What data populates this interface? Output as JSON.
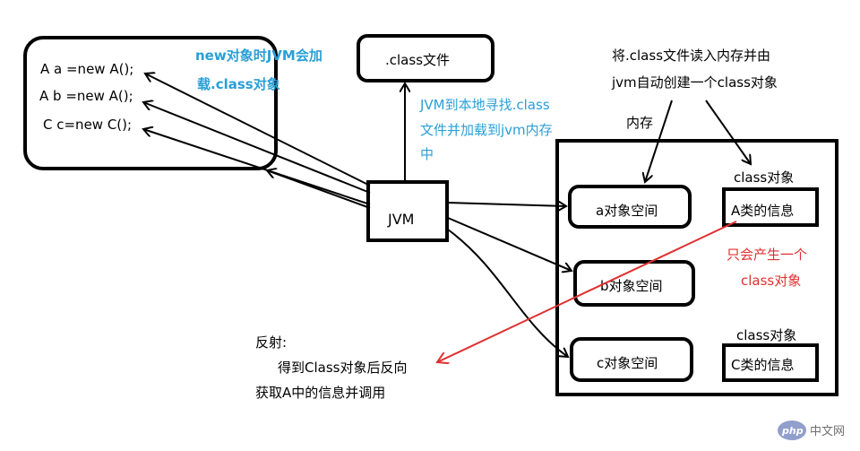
{
  "code": {
    "line1": "A a =new A();",
    "line2": "A b =new A();",
    "line3": "C c=new C();"
  },
  "note_new": {
    "line1": "new对象时JVM会加",
    "line2": "载.class对象"
  },
  "class_file": ".class文件",
  "note_load": {
    "line1": "JVM到本地寻找.class",
    "line2": "文件并加载到jvm内存",
    "line3": "中"
  },
  "note_top_right": {
    "line1": "将.class文件读入内存并由",
    "line2": "jvm自动创建一个class对象"
  },
  "memory_label": "内存",
  "jvm": "JVM",
  "a_space": "a对象空间",
  "b_space": "b对象空间",
  "c_space": "c对象空间",
  "class_obj_label_1": "class对象",
  "a_info": "A类的信息",
  "class_obj_label_2": "class对象",
  "c_info": "C类的信息",
  "note_only_one": {
    "line1": "只会产生一个",
    "line2": "class对象"
  },
  "reflection": {
    "title": "反射:",
    "line1": "得到Class对象后反向",
    "line2": "获取A中的信息并调用"
  },
  "watermark": {
    "logo": "php",
    "site": "中文网"
  },
  "colors": {
    "blue_text": "#2a9fd6",
    "red": "#e03030",
    "black": "#000000"
  }
}
